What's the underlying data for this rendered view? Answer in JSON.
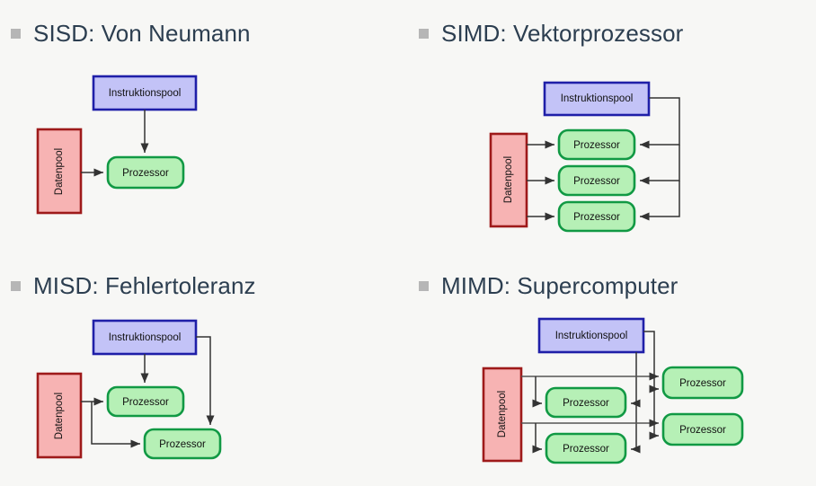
{
  "slide": {
    "background_color": "#f7f7f5",
    "heading_color": "#2c3e50",
    "bullet_color": "#b6b6b6"
  },
  "palette": {
    "instruction_fill": "#c3c3f7",
    "instruction_stroke": "#1f1fa8",
    "data_fill": "#f7b3b3",
    "data_stroke": "#9e1a1a",
    "processor_fill": "#b6f0b6",
    "processor_stroke": "#119944",
    "arrow_color": "#333333",
    "text_color": "#111111"
  },
  "labels": {
    "instruction_pool": "Instruktionspool",
    "data_pool": "Datenpool",
    "processor": "Prozessor"
  },
  "quadrants": [
    {
      "id": "sisd",
      "bullet": "square-bullet",
      "title": "SISD: Von Neumann",
      "instruction_pools": 1,
      "data_pools": 1,
      "processors": 1
    },
    {
      "id": "simd",
      "bullet": "square-bullet",
      "title": "SIMD: Vektorprozessor",
      "instruction_pools": 1,
      "data_pools": 1,
      "processors": 3
    },
    {
      "id": "misd",
      "bullet": "square-bullet",
      "title": "MISD: Fehlertoleranz",
      "instruction_pools": 1,
      "data_pools": 1,
      "processors": 2
    },
    {
      "id": "mimd",
      "bullet": "square-bullet",
      "title": "MIMD: Supercomputer",
      "instruction_pools": 1,
      "data_pools": 1,
      "processors": 4
    }
  ]
}
